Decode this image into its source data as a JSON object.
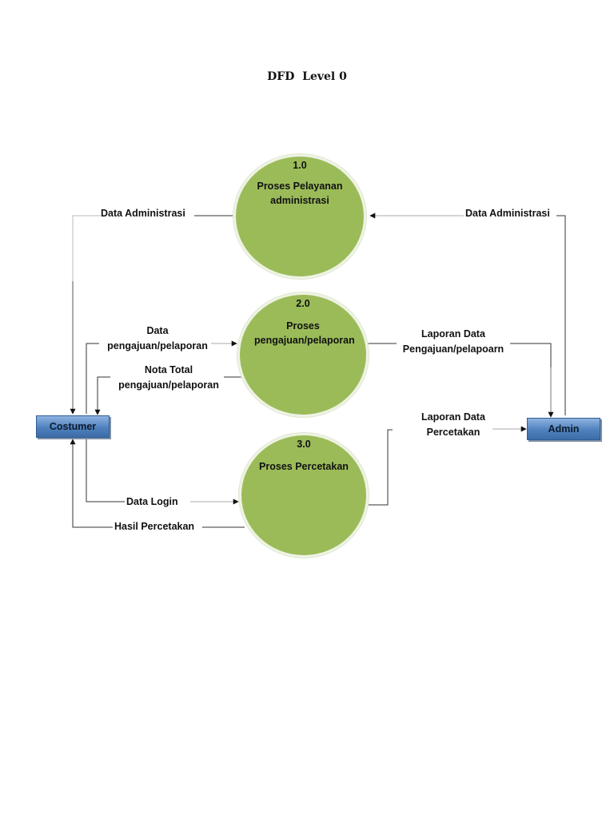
{
  "diagram": {
    "title": "DFD  Level 0",
    "colors": {
      "process_fill": "#9bbb59",
      "entity_fill": "#4f81bd"
    },
    "entities": {
      "costumer": "Costumer",
      "admin": "Admin"
    },
    "processes": [
      {
        "number": "1.0",
        "name": "Proses Pelayanan administrasi"
      },
      {
        "number": "2.0",
        "name": "Proses pengajuan/pelaporan"
      },
      {
        "number": "3.0",
        "name": "Proses Percetakan"
      }
    ],
    "flows": {
      "costumer_admin_data": "Data Administrasi",
      "admin_admin_data": "Data Administrasi",
      "data_pengajuan": {
        "line1": "Data",
        "line2": "pengajuan/pelaporan"
      },
      "nota_total": {
        "line1": "Nota Total",
        "line2": "pengajuan/pelaporan"
      },
      "laporan_pengajuan": {
        "line1": "Laporan Data",
        "line2": "Pengajuan/pelapoarn"
      },
      "laporan_percetakan": {
        "line1": "Laporan Data",
        "line2": "Percetakan"
      },
      "data_login": "Data Login",
      "hasil_percetakan": "Hasil Percetakan"
    }
  }
}
